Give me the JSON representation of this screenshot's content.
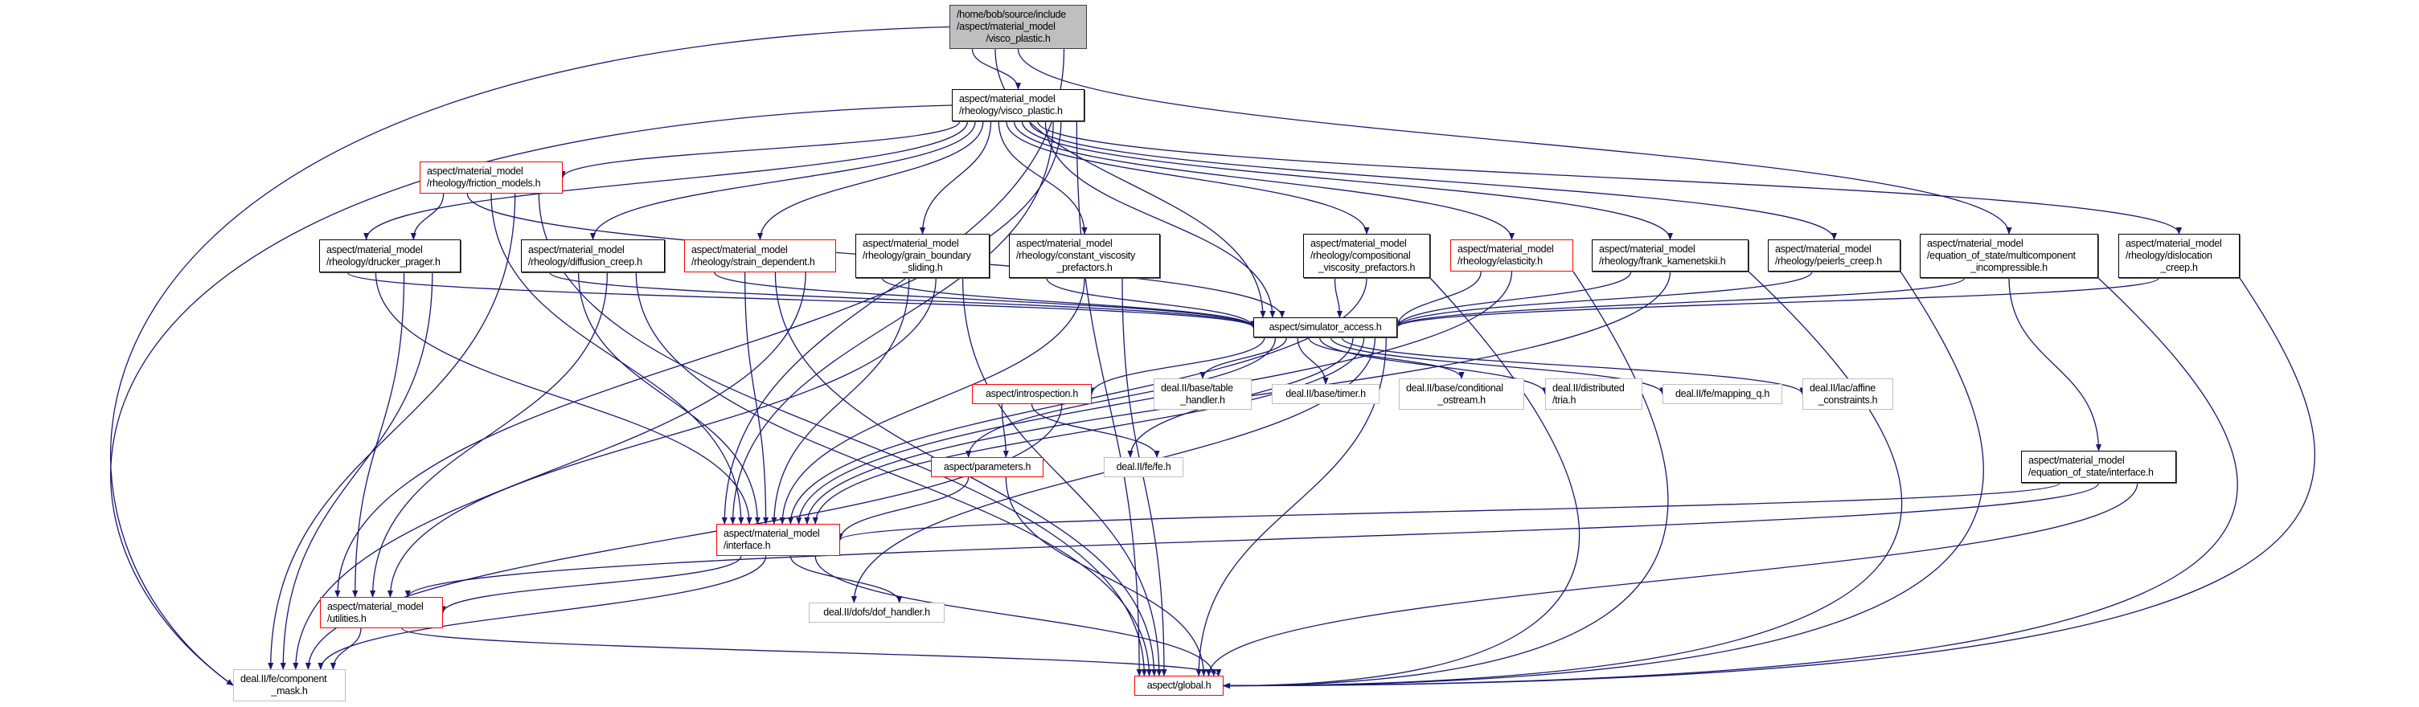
{
  "colors": {
    "edge": "#191970",
    "root_fill": "#bfbfbf",
    "link_border": "#ff0000",
    "doc_border": "#000000",
    "external_border": "#bfbfbf"
  },
  "nodes": [
    {
      "id": "root",
      "style": "root",
      "lines": [
        "/home/bob/source/include",
        "/aspect/material_model",
        "/visco_plastic.h"
      ]
    },
    {
      "id": "rheo_visco",
      "style": "black",
      "lines": [
        "aspect/material_model",
        "/rheology/visco_plastic.h"
      ]
    },
    {
      "id": "friction",
      "style": "red",
      "lines": [
        "aspect/material_model",
        "/rheology/friction_models.h"
      ]
    },
    {
      "id": "drucker",
      "style": "black",
      "lines": [
        "aspect/material_model",
        "/rheology/drucker_prager.h"
      ]
    },
    {
      "id": "diffusion",
      "style": "black",
      "lines": [
        "aspect/material_model",
        "/rheology/diffusion_creep.h"
      ]
    },
    {
      "id": "strain",
      "style": "red",
      "lines": [
        "aspect/material_model",
        "/rheology/strain_dependent.h"
      ]
    },
    {
      "id": "grain",
      "style": "black",
      "lines": [
        "aspect/material_model",
        "/rheology/grain_boundary",
        "_sliding.h"
      ]
    },
    {
      "id": "constant",
      "style": "black",
      "lines": [
        "aspect/material_model",
        "/rheology/constant_viscosity",
        "_prefactors.h"
      ]
    },
    {
      "id": "compositional",
      "style": "black",
      "lines": [
        "aspect/material_model",
        "/rheology/compositional",
        "_viscosity_prefactors.h"
      ]
    },
    {
      "id": "elasticity",
      "style": "red",
      "lines": [
        "aspect/material_model",
        "/rheology/elasticity.h"
      ]
    },
    {
      "id": "frank",
      "style": "black",
      "lines": [
        "aspect/material_model",
        "/rheology/frank_kamenetskii.h"
      ]
    },
    {
      "id": "peierls",
      "style": "black",
      "lines": [
        "aspect/material_model",
        "/rheology/peierls_creep.h"
      ]
    },
    {
      "id": "multicomp",
      "style": "black",
      "lines": [
        "aspect/material_model",
        "/equation_of_state/multicomponent",
        "_incompressible.h"
      ]
    },
    {
      "id": "dislocation",
      "style": "black",
      "lines": [
        "aspect/material_model",
        "/rheology/dislocation",
        "_creep.h"
      ]
    },
    {
      "id": "simaccess",
      "style": "black",
      "lines": [
        "aspect/simulator_access.h"
      ]
    },
    {
      "id": "introspection",
      "style": "red",
      "lines": [
        "aspect/introspection.h"
      ]
    },
    {
      "id": "table",
      "style": "grey",
      "lines": [
        "deal.II/base/table",
        "_handler.h"
      ]
    },
    {
      "id": "timer",
      "style": "grey",
      "lines": [
        "deal.II/base/timer.h"
      ]
    },
    {
      "id": "condostream",
      "style": "grey",
      "lines": [
        "deal.II/base/conditional",
        "_ostream.h"
      ]
    },
    {
      "id": "tria",
      "style": "grey",
      "lines": [
        "deal.II/distributed",
        "/tria.h"
      ]
    },
    {
      "id": "mappingq",
      "style": "grey",
      "lines": [
        "deal.II/fe/mapping_q.h"
      ]
    },
    {
      "id": "affine",
      "style": "grey",
      "lines": [
        "deal.II/lac/affine",
        "_constraints.h"
      ]
    },
    {
      "id": "parameters",
      "style": "red",
      "lines": [
        "aspect/parameters.h"
      ]
    },
    {
      "id": "fe",
      "style": "grey",
      "lines": [
        "deal.II/fe/fe.h"
      ]
    },
    {
      "id": "eosinterface",
      "style": "black",
      "lines": [
        "aspect/material_model",
        "/equation_of_state/interface.h"
      ]
    },
    {
      "id": "interface",
      "style": "red",
      "lines": [
        "aspect/material_model",
        "/interface.h"
      ]
    },
    {
      "id": "dofhandler",
      "style": "grey",
      "lines": [
        "deal.II/dofs/dof_handler.h"
      ]
    },
    {
      "id": "utilities",
      "style": "red",
      "lines": [
        "aspect/material_model",
        "/utilities.h"
      ]
    },
    {
      "id": "compmask",
      "style": "grey",
      "lines": [
        "deal.II/fe/component",
        "_mask.h"
      ]
    },
    {
      "id": "global",
      "style": "red",
      "lines": [
        "aspect/global.h"
      ]
    }
  ],
  "edges": [
    [
      "root",
      "rheo_visco"
    ],
    [
      "root",
      "simaccess"
    ],
    [
      "root",
      "multicomp"
    ],
    [
      "root",
      "compmask"
    ],
    [
      "root",
      "interface"
    ],
    [
      "rheo_visco",
      "friction"
    ],
    [
      "rheo_visco",
      "drucker"
    ],
    [
      "rheo_visco",
      "diffusion"
    ],
    [
      "rheo_visco",
      "strain"
    ],
    [
      "rheo_visco",
      "grain"
    ],
    [
      "rheo_visco",
      "constant"
    ],
    [
      "rheo_visco",
      "compositional"
    ],
    [
      "rheo_visco",
      "elasticity"
    ],
    [
      "rheo_visco",
      "frank"
    ],
    [
      "rheo_visco",
      "peierls"
    ],
    [
      "rheo_visco",
      "dislocation"
    ],
    [
      "rheo_visco",
      "simaccess"
    ],
    [
      "rheo_visco",
      "interface"
    ],
    [
      "rheo_visco",
      "utilities"
    ],
    [
      "rheo_visco",
      "compmask"
    ],
    [
      "rheo_visco",
      "global"
    ],
    [
      "friction",
      "drucker"
    ],
    [
      "friction",
      "simaccess"
    ],
    [
      "friction",
      "interface"
    ],
    [
      "friction",
      "compmask"
    ],
    [
      "friction",
      "global"
    ],
    [
      "drucker",
      "simaccess"
    ],
    [
      "drucker",
      "interface"
    ],
    [
      "drucker",
      "utilities"
    ],
    [
      "drucker",
      "compmask"
    ],
    [
      "diffusion",
      "simaccess"
    ],
    [
      "diffusion",
      "interface"
    ],
    [
      "diffusion",
      "utilities"
    ],
    [
      "diffusion",
      "global"
    ],
    [
      "strain",
      "simaccess"
    ],
    [
      "strain",
      "interface"
    ],
    [
      "strain",
      "global"
    ],
    [
      "strain",
      "compmask"
    ],
    [
      "grain",
      "simaccess"
    ],
    [
      "grain",
      "interface"
    ],
    [
      "grain",
      "utilities"
    ],
    [
      "grain",
      "global"
    ],
    [
      "constant",
      "simaccess"
    ],
    [
      "constant",
      "interface"
    ],
    [
      "constant",
      "global"
    ],
    [
      "compositional",
      "simaccess"
    ],
    [
      "compositional",
      "interface"
    ],
    [
      "compositional",
      "global"
    ],
    [
      "elasticity",
      "simaccess"
    ],
    [
      "elasticity",
      "interface"
    ],
    [
      "elasticity",
      "global"
    ],
    [
      "frank",
      "simaccess"
    ],
    [
      "frank",
      "interface"
    ],
    [
      "frank",
      "global"
    ],
    [
      "peierls",
      "simaccess"
    ],
    [
      "peierls",
      "global"
    ],
    [
      "multicomp",
      "simaccess"
    ],
    [
      "multicomp",
      "eosinterface"
    ],
    [
      "multicomp",
      "global"
    ],
    [
      "dislocation",
      "simaccess"
    ],
    [
      "dislocation",
      "global"
    ],
    [
      "simaccess",
      "introspection"
    ],
    [
      "simaccess",
      "parameters"
    ],
    [
      "simaccess",
      "table"
    ],
    [
      "simaccess",
      "timer"
    ],
    [
      "simaccess",
      "condostream"
    ],
    [
      "simaccess",
      "tria"
    ],
    [
      "simaccess",
      "mappingq"
    ],
    [
      "simaccess",
      "affine"
    ],
    [
      "simaccess",
      "fe"
    ],
    [
      "simaccess",
      "interface"
    ],
    [
      "simaccess",
      "dofhandler"
    ],
    [
      "simaccess",
      "global"
    ],
    [
      "introspection",
      "parameters"
    ],
    [
      "introspection",
      "fe"
    ],
    [
      "introspection",
      "compmask"
    ],
    [
      "parameters",
      "interface"
    ],
    [
      "parameters",
      "global"
    ],
    [
      "eosinterface",
      "interface"
    ],
    [
      "eosinterface",
      "utilities"
    ],
    [
      "eosinterface",
      "global"
    ],
    [
      "interface",
      "utilities"
    ],
    [
      "interface",
      "compmask"
    ],
    [
      "interface",
      "dofhandler"
    ],
    [
      "interface",
      "global"
    ],
    [
      "utilities",
      "compmask"
    ],
    [
      "utilities",
      "global"
    ]
  ]
}
